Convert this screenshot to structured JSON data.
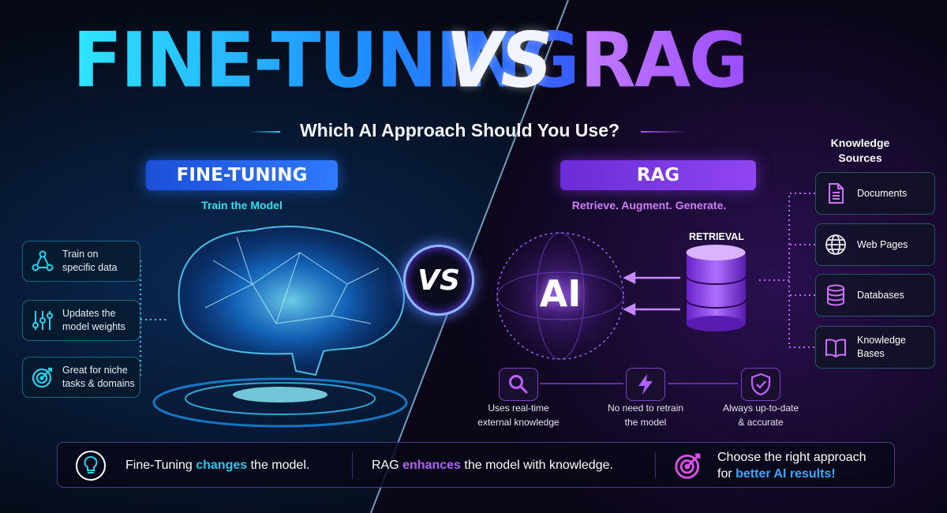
{
  "title": {
    "left": "FINE-TUNING",
    "vs": "VS",
    "right": "RAG"
  },
  "subtitle": "Which AI Approach Should You Use?",
  "fine_tuning": {
    "badge": "FINE-TUNING",
    "tagline": "Train the Model",
    "cards": [
      {
        "icon": "network-triangle-icon",
        "line1": "Train on",
        "line2": "specific data"
      },
      {
        "icon": "sliders-icon",
        "line1": "Updates the",
        "line2": "model weights"
      },
      {
        "icon": "target-icon",
        "line1": "Great for niche",
        "line2": "tasks & domains"
      }
    ]
  },
  "center_vs": "VS",
  "rag": {
    "badge": "RAG",
    "tagline": "Retrieve. Augment. Generate.",
    "ai_label": "AI",
    "retrieval_label": "RETRIEVAL",
    "sources_title_line1": "Knowledge",
    "sources_title_line2": "Sources",
    "sources": [
      {
        "icon": "document-icon",
        "line1": "Documents",
        "line2": ""
      },
      {
        "icon": "globe-icon",
        "line1": "Web Pages",
        "line2": ""
      },
      {
        "icon": "database-icon",
        "line1": "Databases",
        "line2": ""
      },
      {
        "icon": "book-icon",
        "line1": "Knowledge",
        "line2": "Bases"
      }
    ],
    "features": [
      {
        "icon": "search-icon",
        "line1": "Uses real-time",
        "line2": "external knowledge"
      },
      {
        "icon": "lightning-icon",
        "line1": "No need to retrain",
        "line2": "the model"
      },
      {
        "icon": "shield-check-icon",
        "line1": "Always up-to-date",
        "line2": "& accurate"
      }
    ]
  },
  "bottom": {
    "ft_pre": "Fine-Tuning ",
    "ft_hl": "changes",
    "ft_post": " the model.",
    "rag_pre": "RAG ",
    "rag_hl": "enhances",
    "rag_post": " the model with knowledge.",
    "cta_line1": "Choose the right approach",
    "cta_pre": "for ",
    "cta_hl": "better AI results!"
  },
  "colors": {
    "cyan": "#22d3f0",
    "blue": "#2f7bff",
    "purple": "#a855f7",
    "magenta": "#e040fb"
  }
}
